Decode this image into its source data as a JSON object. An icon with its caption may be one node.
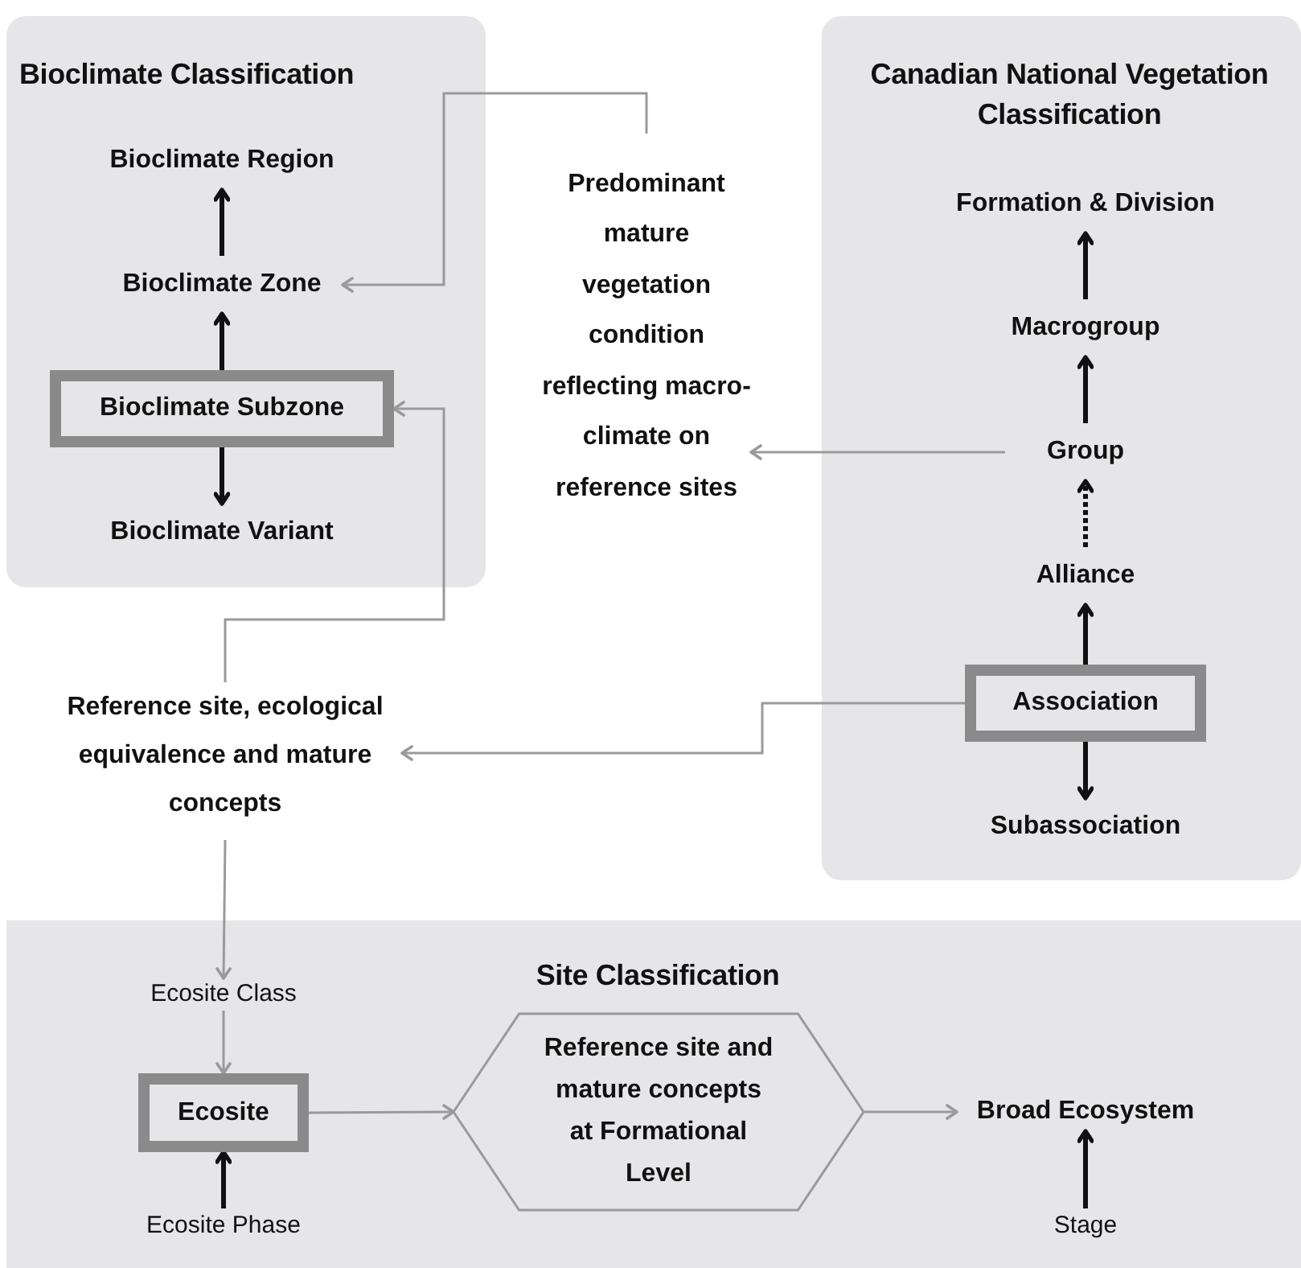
{
  "diagram": {
    "nodes": [
      {
        "text": [
          "Bioclimate Classification"
        ]
      },
      {
        "text": [
          "Bioclimate Region"
        ],
        "in": 0
      },
      {
        "text": [
          "Bioclimate Zone"
        ],
        "in": 0
      },
      {
        "text": [
          "Bioclimate Subzone"
        ],
        "in": 0
      },
      {
        "text": [
          "Bioclimate Variant"
        ],
        "in": 0
      },
      {
        "text": [
          "Predominant mature vegetation condition reflecting macro-climate on reference sites"
        ]
      },
      {
        "text": [
          "Canadian National Vegetation Classification"
        ]
      },
      {
        "text": [
          "Formation & Division"
        ],
        "in": 6
      },
      {
        "text": [
          "Macrogroup"
        ],
        "in": 6
      },
      {
        "text": [
          "Group"
        ],
        "in": 6
      },
      {
        "text": [
          "Alliance"
        ],
        "in": 6
      },
      {
        "text": [
          "Association"
        ],
        "in": 6
      },
      {
        "text": [
          "Subassociation"
        ],
        "in": 6
      },
      {
        "text": [
          "Reference site, ecological equivalence and mature concepts"
        ]
      },
      {
        "text": [
          "Site Classification"
        ]
      },
      {
        "text": [
          "Ecosite Class"
        ],
        "in": 14
      },
      {
        "text": [
          "Ecosite"
        ],
        "in": 14
      },
      {
        "text": [
          "Ecosite Phase"
        ],
        "in": 14
      },
      {
        "text": [
          "Reference site and mature concepts at Formational Level"
        ],
        "in": 14
      },
      {
        "text": [
          "Broad Ecosystem"
        ],
        "in": 14
      },
      {
        "text": [
          "Stage"
        ],
        "in": 14
      }
    ],
    "edges": [
      {
        "from": 2,
        "to": 1,
        "arrow": "to"
      },
      {
        "from": 3,
        "to": 2,
        "arrow": "to"
      },
      {
        "from": 3,
        "to": 4,
        "arrow": "to"
      },
      {
        "from": 5,
        "to": 2,
        "arrow": "to",
        "color": "#9a9a9a"
      },
      {
        "from": 9,
        "to": 5,
        "arrow": "to",
        "color": "#9a9a9a"
      },
      {
        "from": 8,
        "to": 7,
        "arrow": "to"
      },
      {
        "from": 9,
        "to": 8,
        "arrow": "to"
      },
      {
        "from": 10,
        "to": 9,
        "arrow": "to",
        "style": "dashed"
      },
      {
        "from": 11,
        "to": 10,
        "arrow": "to"
      },
      {
        "from": 11,
        "to": 12,
        "arrow": "to"
      },
      {
        "from": 13,
        "to": 3,
        "arrow": "to",
        "color": "#9a9a9a"
      },
      {
        "from": 11,
        "to": 13,
        "arrow": "to",
        "color": "#9a9a9a"
      },
      {
        "from": 13,
        "to": 15,
        "arrow": "to",
        "color": "#9a9a9a"
      },
      {
        "from": 15,
        "to": 16,
        "arrow": "to",
        "color": "#9a9a9a"
      },
      {
        "from": 17,
        "to": 16,
        "arrow": "to"
      },
      {
        "from": 16,
        "to": 18,
        "arrow": "to",
        "color": "#9a9a9a"
      },
      {
        "from": 18,
        "to": 19,
        "arrow": "to",
        "color": "#9a9a9a"
      },
      {
        "from": 20,
        "to": 19,
        "arrow": "to"
      }
    ]
  }
}
